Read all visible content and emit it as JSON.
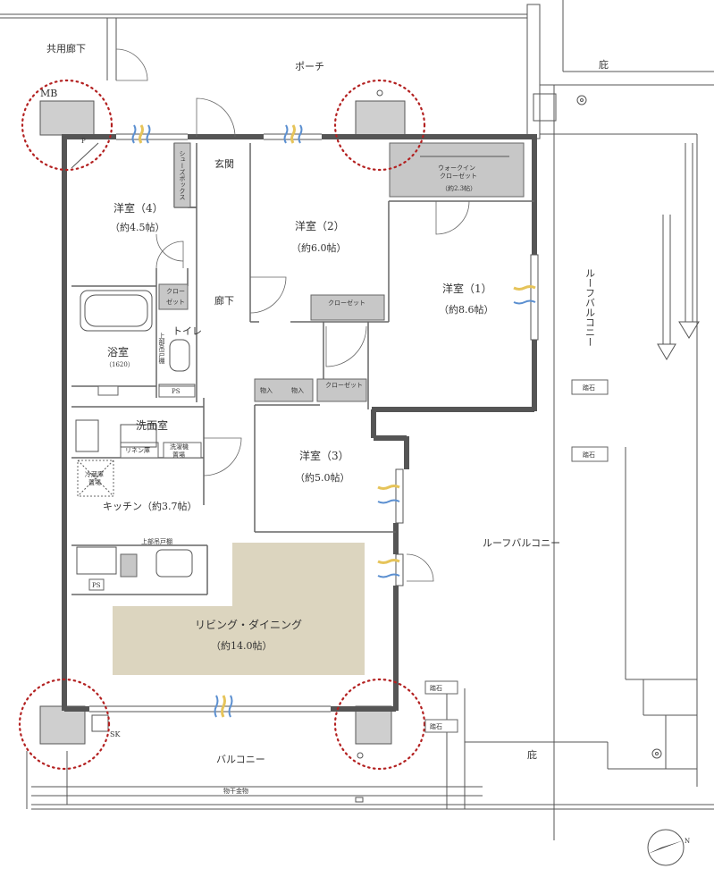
{
  "labels": {
    "common_corridor": "共用廊下",
    "mb": "MB",
    "porch": "ポーチ",
    "eaves_top": "庇",
    "p": "P",
    "shoe_box": "シューズボックス",
    "entrance": "玄関",
    "walkin_closet": "ウォークイン\nクローゼット",
    "walkin_size": "（約2.3帖）",
    "room4_name": "洋室（4）",
    "room4_size": "（約4.5帖）",
    "room2_name": "洋室（2）",
    "room2_size": "（約6.0帖）",
    "room1_name": "洋室（1）",
    "room1_size": "（約8.6帖）",
    "closet": "クローゼット",
    "closet_short": "クロー\nゼット",
    "hallway": "廊下",
    "toilet": "トイレ",
    "upper_shelf": "上部吊戸棚",
    "bath": "浴室",
    "bath_size": "（1620）",
    "ps": "PS",
    "storage": "物入",
    "roof_balcony_vertical": "ルーフバルコニー",
    "stepping_stone": "踏石",
    "washroom": "洗面室",
    "linen": "リネン庫",
    "washer": "洗濯機\n置場",
    "fridge": "冷蔵庫\n置場",
    "kitchen": "キッチン（約3.7帖）",
    "room3_name": "洋室（3）",
    "room3_size": "（約5.0帖）",
    "upper_cabinet": "上部吊戸棚",
    "roof_balcony": "ルーフバルコニー",
    "ldk_name": "リビング・ダイニング",
    "ldk_size": "（約14.0帖）",
    "sk": "SK",
    "balcony": "バルコニー",
    "eaves_bottom": "庇",
    "drying": "物干金物",
    "north": "N"
  },
  "colors": {
    "wall": "#555555",
    "closet_fill": "#c7c7c7",
    "ldk_fill": "#dcd5bf",
    "highlight_circle": "#b32020",
    "airflow_blue": "#5b8fd0",
    "airflow_yellow": "#e6c45a"
  }
}
